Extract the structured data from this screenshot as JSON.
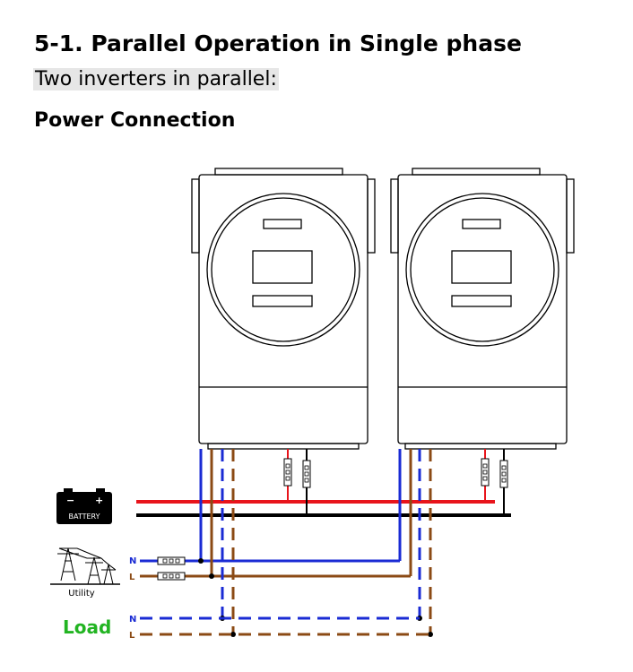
{
  "section_heading": "5-1. Parallel Operation in Single phase",
  "subtitle": "Two inverters in parallel:",
  "subheading": "Power Connection",
  "diagram": {
    "battery_label": "BATTERY",
    "utility_label": "Utility",
    "load_label": "Load",
    "neutral_label": "N",
    "line_label": "L",
    "colors": {
      "neutral": "#1a2bd4",
      "line": "#8b4a14",
      "battery_positive": "#e8141b",
      "battery_negative": "#000000",
      "load_text": "#22b422"
    }
  }
}
